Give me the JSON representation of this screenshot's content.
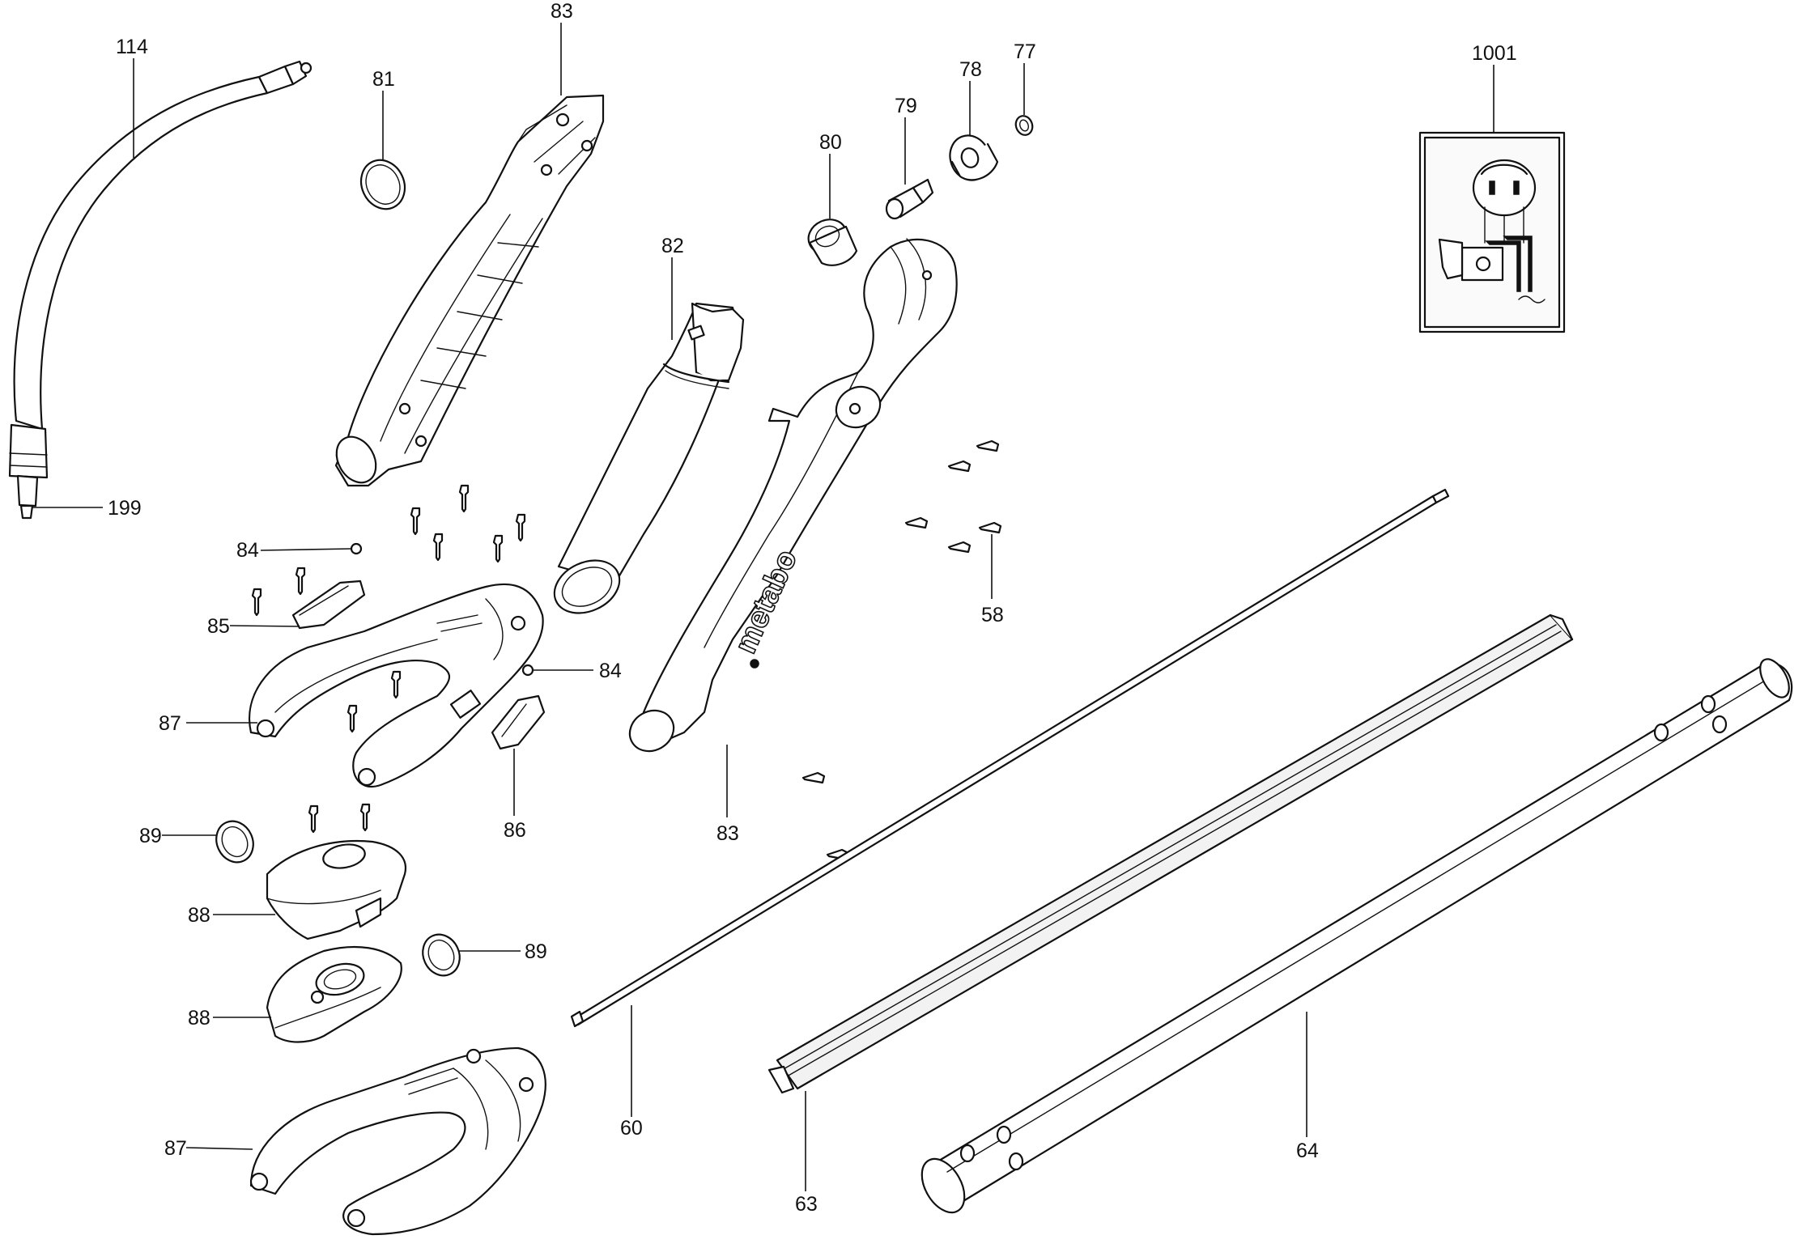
{
  "diagram": {
    "callouts": [
      {
        "id": "114",
        "text": "114"
      },
      {
        "id": "199",
        "text": "199"
      },
      {
        "id": "81",
        "text": "81"
      },
      {
        "id": "83a",
        "text": "83"
      },
      {
        "id": "83b",
        "text": "83"
      },
      {
        "id": "82",
        "text": "82"
      },
      {
        "id": "80",
        "text": "80"
      },
      {
        "id": "79",
        "text": "79"
      },
      {
        "id": "78",
        "text": "78"
      },
      {
        "id": "77",
        "text": "77"
      },
      {
        "id": "1001",
        "text": "1001"
      },
      {
        "id": "58",
        "text": "58"
      },
      {
        "id": "84a",
        "text": "84"
      },
      {
        "id": "84b",
        "text": "84"
      },
      {
        "id": "85",
        "text": "85"
      },
      {
        "id": "86",
        "text": "86"
      },
      {
        "id": "87a",
        "text": "87"
      },
      {
        "id": "87b",
        "text": "87"
      },
      {
        "id": "88a",
        "text": "88"
      },
      {
        "id": "88b",
        "text": "88"
      },
      {
        "id": "89a",
        "text": "89"
      },
      {
        "id": "89b",
        "text": "89"
      },
      {
        "id": "60",
        "text": "60"
      },
      {
        "id": "63",
        "text": "63"
      },
      {
        "id": "64",
        "text": "64"
      }
    ],
    "housing_lettering": "metabo"
  }
}
